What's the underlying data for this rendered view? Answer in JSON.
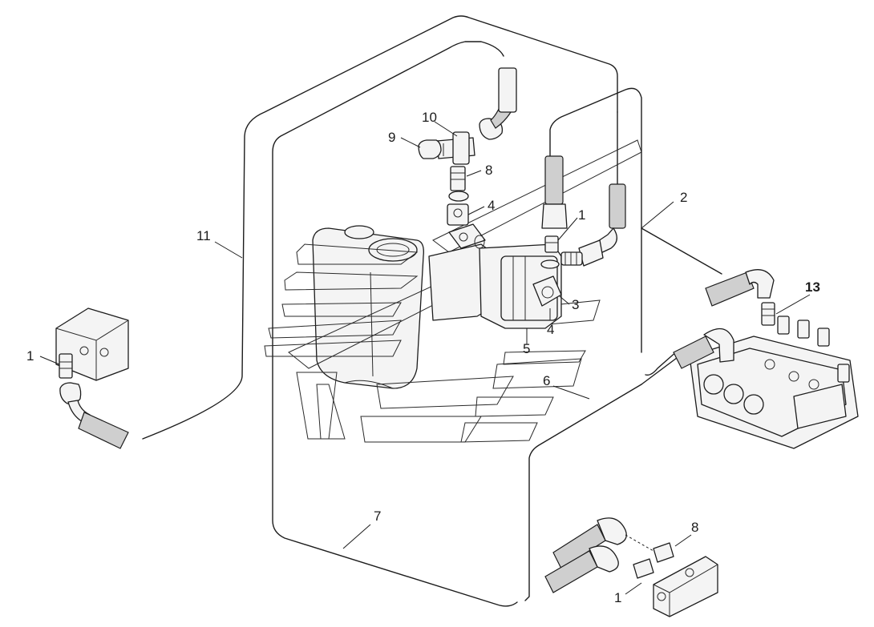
{
  "callouts": {
    "c1_left": "1",
    "c1_pump": "1",
    "c1_bottom": "1",
    "c2": "2",
    "c3": "3",
    "c4_top": "4",
    "c4_bottom": "4",
    "c5": "5",
    "c6": "6",
    "c7": "7",
    "c8_top": "8",
    "c8_bottom": "8",
    "c9": "9",
    "c10": "10",
    "c11": "11",
    "c13": "13"
  },
  "colors": {
    "line": "#1c1c1c",
    "background": "#ffffff",
    "hose_fill": "#cfcfcf"
  }
}
